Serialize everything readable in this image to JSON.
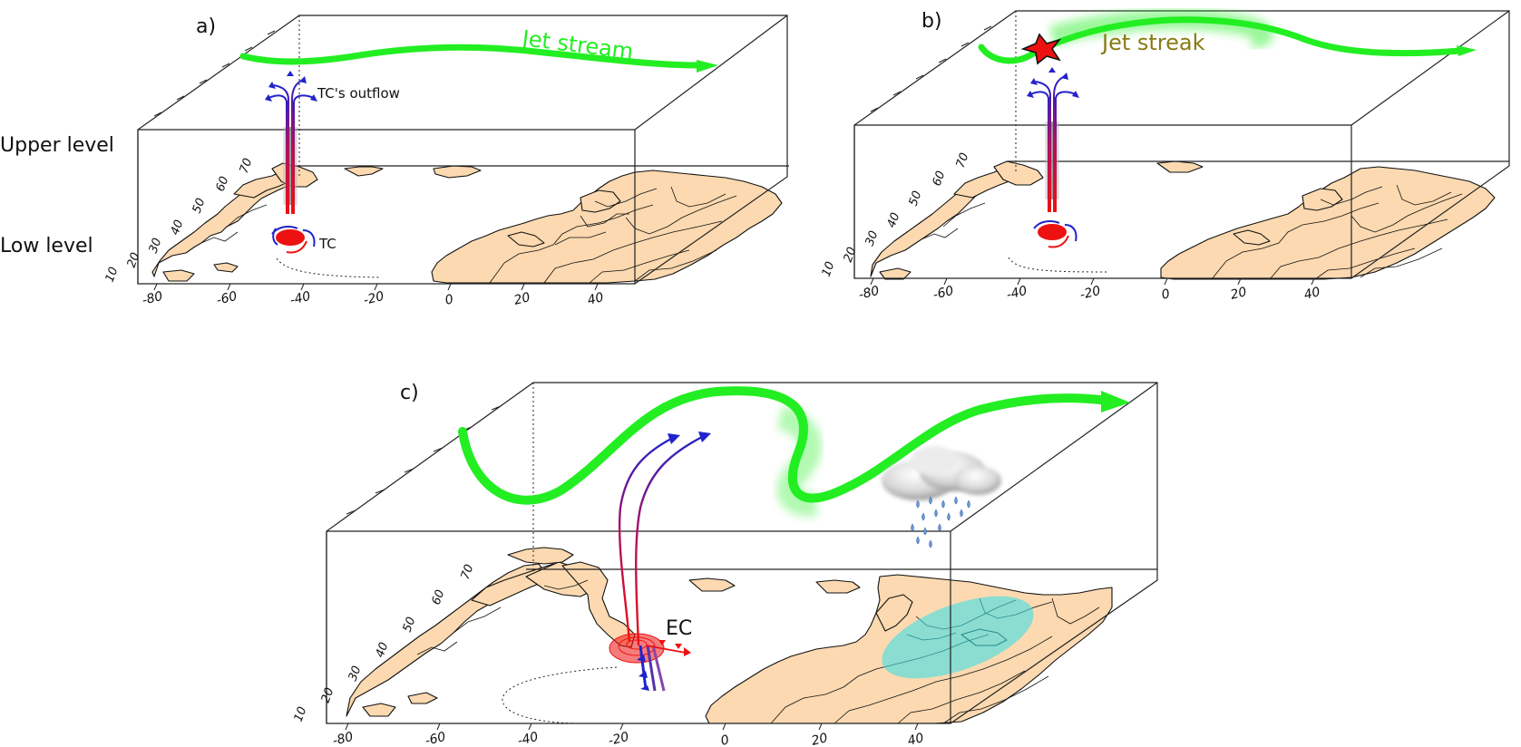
{
  "side_labels": {
    "upper": "Upper level",
    "low": "Low level"
  },
  "panels": [
    {
      "id": "a",
      "label": "a)",
      "jet_label": "Jet stream",
      "jet_label_color": "#22ee22",
      "outflow_label": "TC's outflow",
      "storm_label": "TC",
      "lon_ticks": [
        "-80",
        "-60",
        "-40",
        "-20",
        "0",
        "20",
        "40"
      ],
      "lat_ticks": [
        "10",
        "20",
        "30",
        "40",
        "50",
        "60",
        "70"
      ]
    },
    {
      "id": "b",
      "label": "b)",
      "jet_label": "Jet streak",
      "jet_label_color": "#8a7a12",
      "lon_ticks": [
        "-80",
        "-60",
        "-40",
        "-20",
        "0",
        "20",
        "40"
      ],
      "lat_ticks": [
        "10",
        "20",
        "30",
        "40",
        "50",
        "60",
        "70"
      ]
    },
    {
      "id": "c",
      "label": "c)",
      "storm_label": "EC",
      "lon_ticks": [
        "-80",
        "-60",
        "-40",
        "-20",
        "0",
        "20",
        "40"
      ],
      "lat_ticks": [
        "10",
        "20",
        "30",
        "40",
        "50",
        "60",
        "70"
      ]
    }
  ],
  "colors": {
    "jet": "#22ee22",
    "land": "#fcd9b0",
    "cyclone": "#ee1111",
    "outflow": "#2222cc",
    "precip_area": "#3ee0e6"
  },
  "icons": [
    "jet-stream-arrow",
    "jet-streak-star-icon",
    "cyclone-icon",
    "rain-cloud-icon",
    "precipitation-ellipse"
  ]
}
